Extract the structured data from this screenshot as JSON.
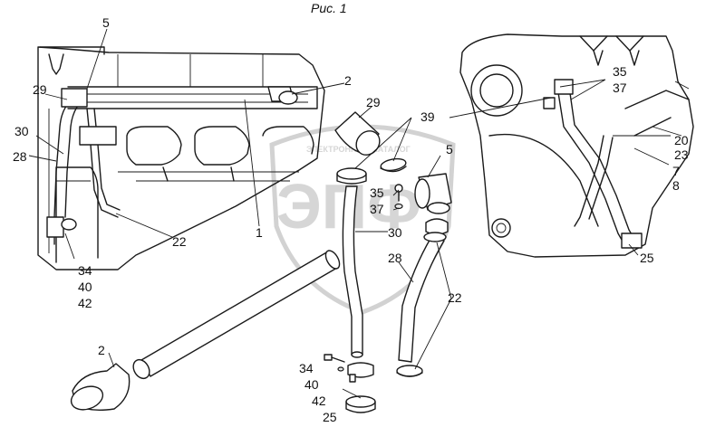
{
  "figure": {
    "title": "Рис. 1"
  },
  "watermark": {
    "letters": "ЭПФ",
    "text": "ЭЛЕКТРОННЫЙ КАТАЛОГ"
  },
  "labels": {
    "l5a": "5",
    "l2a": "2",
    "l29a": "29",
    "l30a": "30",
    "l28a": "28",
    "l22a": "22",
    "l34a": "34",
    "l40a": "40",
    "l42a": "42",
    "l1": "1",
    "l29b": "29",
    "l39": "39",
    "l5b": "5",
    "l35a": "35",
    "l37a": "37",
    "l30b": "30",
    "l28b": "28",
    "l22b": "22",
    "l2b": "2",
    "l34b": "34",
    "l40b": "40",
    "l42b": "42",
    "l25b": "25",
    "l35b": "35",
    "l37b": "37",
    "l20": "20",
    "l23": "23",
    "l7": "7",
    "l8": "8",
    "l25a": "25"
  }
}
